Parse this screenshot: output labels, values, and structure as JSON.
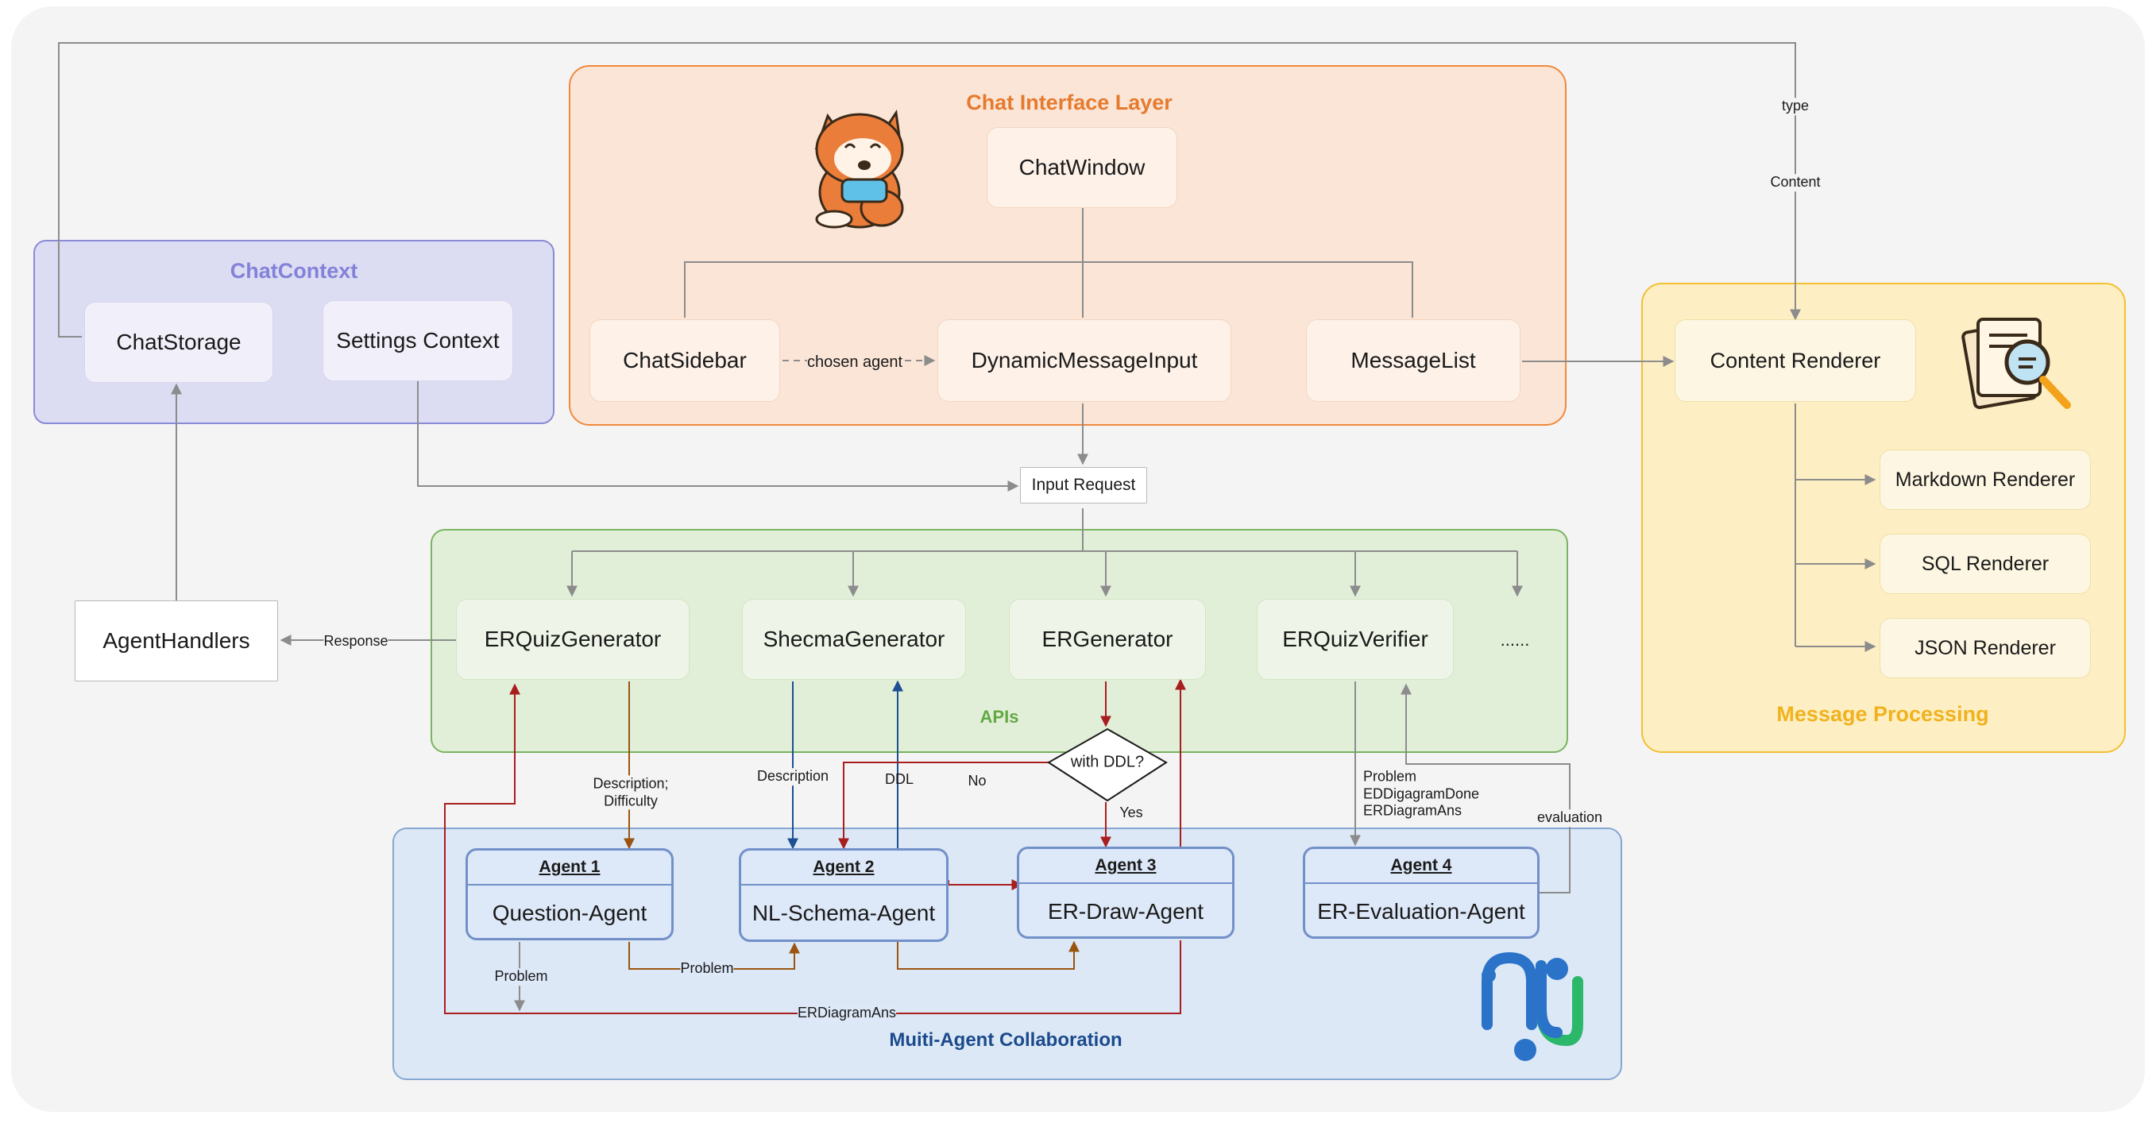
{
  "colors": {
    "page_bg": "#f4f4f4",
    "chat_layer": "#fbe5d7",
    "chat_layer_border": "#ef8a3d",
    "context_layer": "#dcdcf3",
    "context_layer_border": "#8b8ad6",
    "api_layer": "#e2efd8",
    "api_layer_border": "#7ab361",
    "message_layer": "#fdefc3",
    "message_layer_border": "#f3c033",
    "agent_layer": "#dce8f5",
    "agent_layer_border": "#86a7d2",
    "arrow_grey": "#8c8c8c",
    "arrow_brown": "#9a5410",
    "arrow_blue": "#1d4f93",
    "arrow_red": "#a81e1e"
  },
  "layers": {
    "chat_interface": "Chat Interface Layer",
    "chat_context": "ChatContext",
    "apis": "APIs",
    "message_processing": "Message Processing",
    "multi_agent": "Muiti-Agent Collaboration"
  },
  "nodes": {
    "chat_window": "ChatWindow",
    "chat_sidebar": "ChatSidebar",
    "dynamic_message_input": "DynamicMessageInput",
    "message_list": "MessageList",
    "chat_storage": "ChatStorage",
    "settings_context": "Settings Context",
    "content_renderer": "Content Renderer",
    "markdown_renderer": "Markdown Renderer",
    "sql_renderer": "SQL Renderer",
    "json_renderer": "JSON Renderer",
    "input_request": "Input Request",
    "agent_handlers": "AgentHandlers",
    "er_quiz_generator": "ERQuizGenerator",
    "schema_generator": "ShecmaGenerator",
    "er_generator": "ERGenerator",
    "er_quiz_verifier": "ERQuizVerifier",
    "more_apis": "......",
    "decision": "with DDL?"
  },
  "agents": [
    {
      "header": "Agent 1",
      "name": "Question-Agent"
    },
    {
      "header": "Agent 2",
      "name": "NL-Schema-Agent"
    },
    {
      "header": "Agent 3",
      "name": "ER-Draw-Agent"
    },
    {
      "header": "Agent 4",
      "name": "ER-Evaluation-Agent"
    }
  ],
  "edge_labels": {
    "type": "type",
    "content": "Content",
    "chosen_agent": "chosen agent",
    "response": "Response",
    "description_difficulty_1": "Description;",
    "description_difficulty_2": "Difficulty",
    "description": "Description",
    "ddl": "DDL",
    "no": "No",
    "yes": "Yes",
    "verifier_in_1": "Problem",
    "verifier_in_2": "EDDigagramDone",
    "verifier_in_3": "ERDiagramAns",
    "evaluation": "evaluation",
    "problem_a": "Problem",
    "problem_b": "Problem",
    "er_diagram_ans": "ERDiagramAns"
  },
  "icons": [
    "fox-mascot-icon",
    "document-search-icon",
    "agent-network-logo-icon"
  ]
}
